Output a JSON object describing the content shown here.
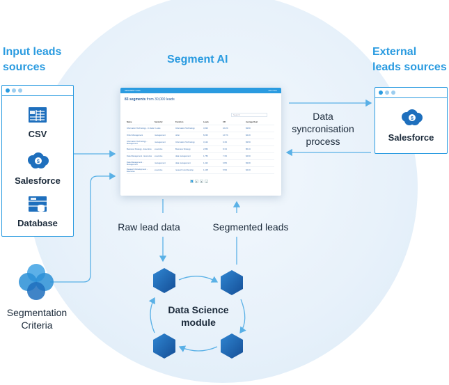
{
  "headings": {
    "input_line1": "Input leads",
    "input_line2": "sources",
    "segment_ai": "Segment AI",
    "external_line1": "External",
    "external_line2": "leads sources"
  },
  "input_sources": [
    {
      "label": "CSV",
      "icon": "csv-icon"
    },
    {
      "label": "Salesforce",
      "icon": "salesforce-icon"
    },
    {
      "label": "Database",
      "icon": "database-icon"
    }
  ],
  "external_source": {
    "label": "Salesforce",
    "icon": "salesforce-icon"
  },
  "sync": {
    "line1": "Data",
    "line2": "syncronisation",
    "line3": "process"
  },
  "criteria": {
    "line1": "Segmentation",
    "line2": "Criteria"
  },
  "flows": {
    "raw": "Raw lead data",
    "segmented": "Segmented leads"
  },
  "module": {
    "line1": "Data Science",
    "line2": "module"
  },
  "dashboard": {
    "app_name": "SEGMENT leads",
    "user": "John Doe",
    "title_bold": "83 segments",
    "title_rest": "from 30,000 leads",
    "search_placeholder": "Search",
    "columns": [
      "Name",
      "Seniority",
      "Function",
      "Leads",
      "CR",
      "Average Deal"
    ],
    "rows": [
      [
        "Information Technology - C-Suite",
        "C-suite",
        "Information Technology",
        "4,523",
        "10.2%",
        "$3.8K"
      ],
      [
        "Other Management",
        "management",
        "other",
        "8,230",
        "12.7%",
        "$4.2K"
      ],
      [
        "Information Technology - Management",
        "management",
        "Information Technology",
        "3,124",
        "9.4%",
        "$3.5K"
      ],
      [
        "Business Strategy - Executive",
        "executive",
        "Business Strategy",
        "2,863",
        "8.1%",
        "$5.1K"
      ],
      [
        "Data Management - Executive",
        "executive",
        "data management",
        "1,756",
        "7.3%",
        "$4.6K"
      ],
      [
        "Data Management - Management",
        "management",
        "data management",
        "1,422",
        "6.8%",
        "$3.9K"
      ],
      [
        "Research Development - Executive",
        "executive",
        "research and develop.",
        "1,108",
        "5.9%",
        "$4.4K"
      ]
    ],
    "pages": [
      "1",
      "2",
      "3",
      "»"
    ]
  },
  "colors": {
    "accent": "#2a9be0",
    "hex": "#1e6fbd",
    "text": "#1b2a3a"
  }
}
